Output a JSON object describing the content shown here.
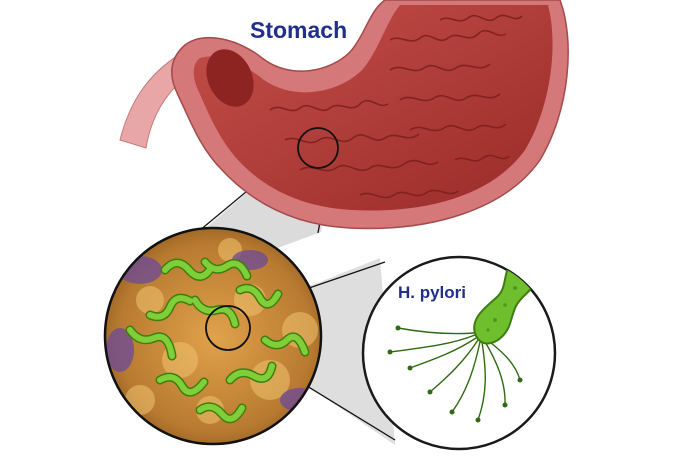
{
  "labels": {
    "title": "Stomach",
    "organism": "H. pylori"
  },
  "colors": {
    "label_text": "#1f2f8c",
    "stomach_outer": "#d4787a",
    "stomach_inner": "#b9433f",
    "stomach_dark": "#8e2422",
    "mucosa_fold": "#7a1f1c",
    "esophagus": "#e8a6a6",
    "zoom_fill": "#d9d9d9",
    "microscope_bg": "#c98a3a",
    "microscope_purple": "#6b4a9a",
    "bacteria_green": "#6fbe2e",
    "bacteria_dark": "#3f7d12",
    "circle_outline": "#1a1a1a"
  },
  "icons": {
    "organ": "stomach-illustration",
    "magnifier_1": "zoom-circle-stomach-wall",
    "magnifier_2": "zoom-circle-bacterium",
    "organism": "h-pylori-bacterium"
  }
}
